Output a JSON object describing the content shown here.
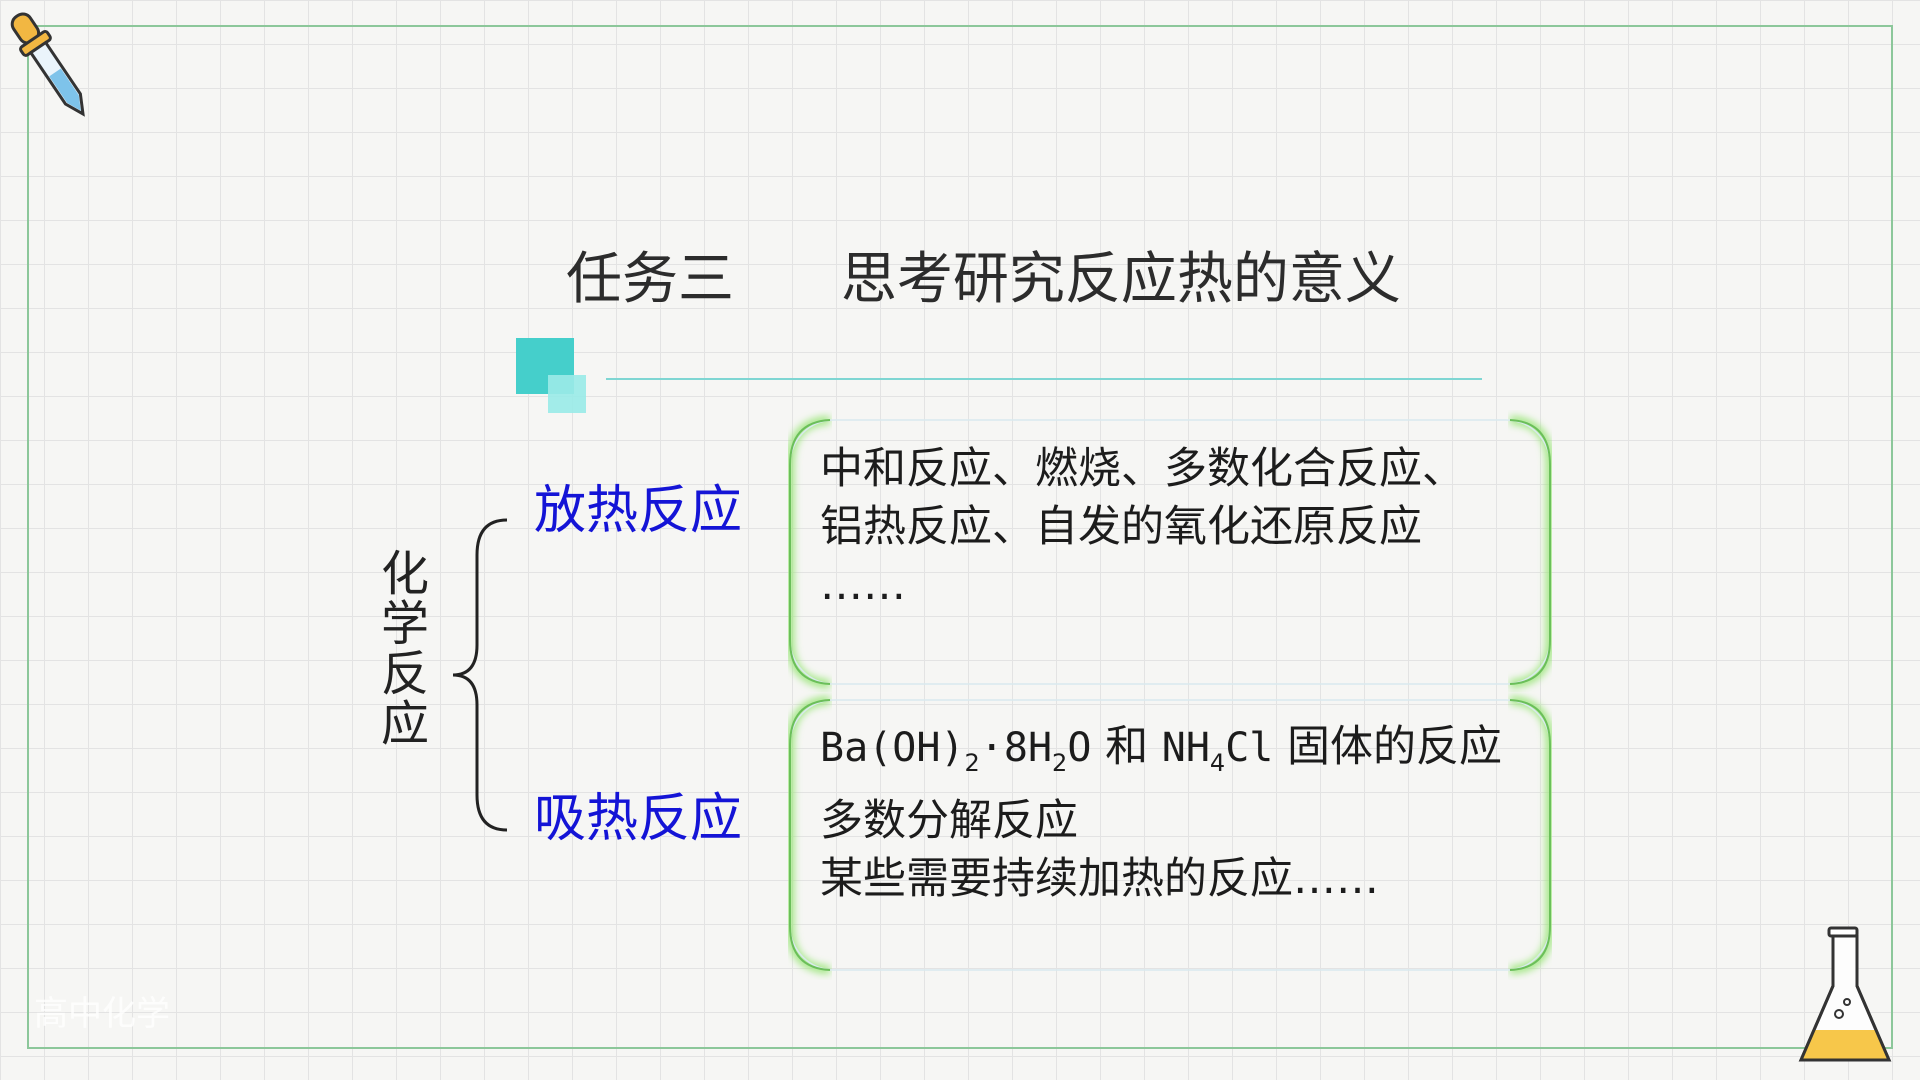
{
  "title": {
    "task": "任务三",
    "subject": "思考研究反应热的意义"
  },
  "diagram": {
    "root": "化学反应",
    "exothermic": {
      "label": "放热反应",
      "lines": [
        "中和反应、燃烧、多数化合反应、",
        "铝热反应、自发的氧化还原反应",
        "……"
      ]
    },
    "endothermic": {
      "label": "吸热反应",
      "formula_parts": [
        "Ba(OH)",
        "2",
        "·8H",
        "2",
        "O",
        " 和 ",
        "NH",
        "4",
        "Cl",
        " 固体的反应"
      ],
      "lines": [
        "多数分解反应",
        "某些需要持续加热的反应……"
      ]
    }
  },
  "watermark": "高中化学",
  "colors": {
    "accent_teal": "#45cfcb",
    "category_blue": "#1414d6",
    "box_glow": "#9be67a",
    "frame_green": "#8cc79a"
  },
  "icons": [
    "dropper-icon",
    "flask-icon"
  ]
}
